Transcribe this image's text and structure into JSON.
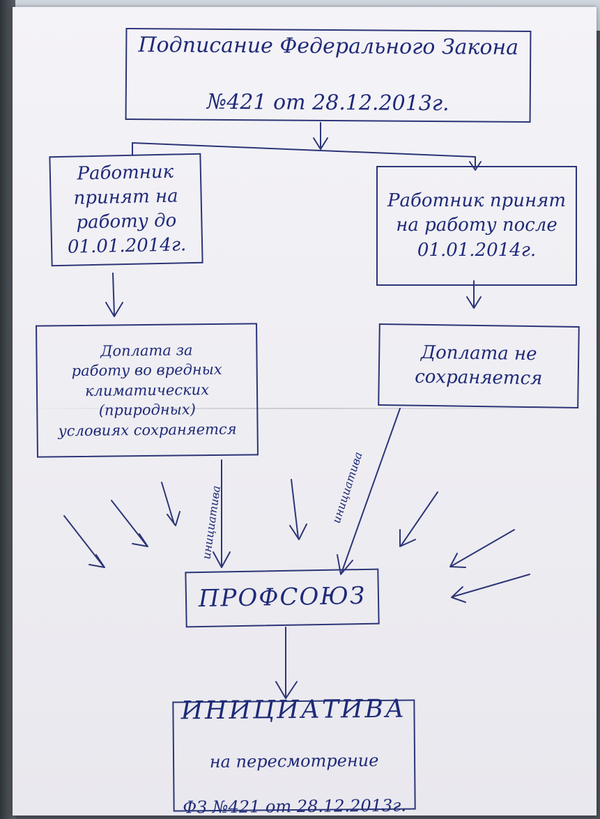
{
  "diagram": {
    "law_box": {
      "line1": "Подписание Федерального Закона",
      "line2": "№421 от 28.12.2013г."
    },
    "worker_before_box": {
      "text": "Работник\nпринят на\nработу до\n01.01.2014г."
    },
    "worker_after_box": {
      "text": "Работник принят\nна работу после\n01.01.2014г."
    },
    "pay_kept_box": {
      "text": "Доплата за\nработу во вредных\nклиматических (природных)\nусловиях сохраняется"
    },
    "pay_not_kept_box": {
      "text": "Доплата не\nсохраняется"
    },
    "union_box": {
      "text": "ПРОФСОЮЗ"
    },
    "initiative_box": {
      "line1": "ИНИЦИАТИВА",
      "line2": "на пересмотрение",
      "line3": "ФЗ №421 от 28.12.2013г."
    },
    "arrow_labels": {
      "left": "инициатива",
      "right": "инициатива"
    },
    "colors": {
      "ink": "#1f2a78",
      "paper": "#f1f0f5"
    }
  }
}
